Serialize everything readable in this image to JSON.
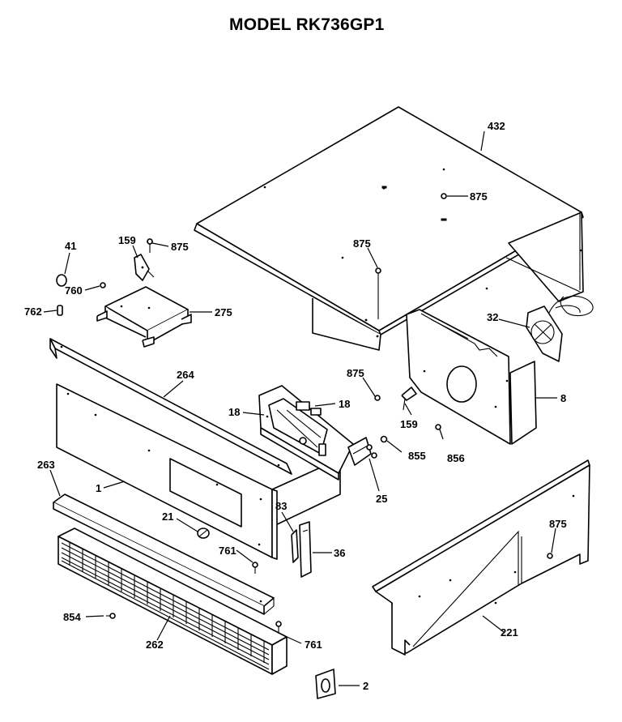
{
  "title": "MODEL RK736GP1",
  "parts": [
    {
      "id": "top-panel",
      "label": "432"
    },
    {
      "id": "top-screw",
      "label": "875"
    },
    {
      "id": "top-front-screw",
      "label": "875"
    },
    {
      "id": "fan-motor",
      "label": "32"
    },
    {
      "id": "vent-duct-screw",
      "label": "875"
    },
    {
      "id": "vent-bracket",
      "label": "159"
    },
    {
      "id": "vent-duct",
      "label": "8"
    },
    {
      "id": "duct-screw-a",
      "label": "855"
    },
    {
      "id": "duct-screw-b",
      "label": "856"
    },
    {
      "id": "switch-bracket",
      "label": "159"
    },
    {
      "id": "switch-bracket-screw",
      "label": "875"
    },
    {
      "id": "knob",
      "label": "41"
    },
    {
      "id": "clip-760",
      "label": "760"
    },
    {
      "id": "clip-762",
      "label": "762"
    },
    {
      "id": "mounting-plate",
      "label": "275"
    },
    {
      "id": "trim-strip",
      "label": "264"
    },
    {
      "id": "control-board-left",
      "label": "18"
    },
    {
      "id": "control-board-right",
      "label": "18"
    },
    {
      "id": "control-panel",
      "label": "1"
    },
    {
      "id": "terminal-block",
      "label": "25"
    },
    {
      "id": "end-cap-trim",
      "label": "263"
    },
    {
      "id": "switch-knob",
      "label": "21"
    },
    {
      "id": "clip-83",
      "label": "83"
    },
    {
      "id": "handle-36",
      "label": "36"
    },
    {
      "id": "screw-761-upper",
      "label": "761"
    },
    {
      "id": "screw-761-lower",
      "label": "761"
    },
    {
      "id": "screw-854",
      "label": "854"
    },
    {
      "id": "vent-grille",
      "label": "262"
    },
    {
      "id": "end-cap",
      "label": "2"
    },
    {
      "id": "side-panel",
      "label": "221"
    },
    {
      "id": "side-panel-screw",
      "label": "875"
    }
  ]
}
